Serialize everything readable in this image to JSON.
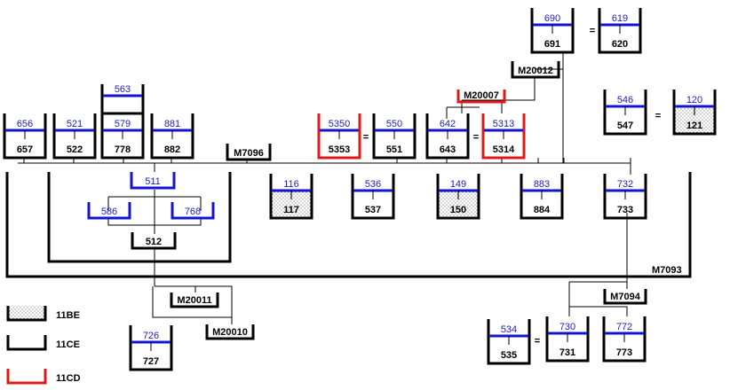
{
  "colors": {
    "black": "#000000",
    "red": "#e01818",
    "blue": "#1414d0",
    "blue_text": "#1c1cc0",
    "dots": "#333333"
  },
  "legend": [
    {
      "style": "11BE",
      "label": "11BE"
    },
    {
      "style": "11CE",
      "label": "11CE"
    },
    {
      "style": "11CD",
      "label": "11CD"
    }
  ],
  "tanks": [
    {
      "id": "t690",
      "top": "690",
      "bottom": "691",
      "style": "11CE"
    },
    {
      "id": "t619",
      "top": "619",
      "bottom": "620",
      "style": "11CE"
    },
    {
      "id": "t563",
      "top": "563",
      "bottom": "",
      "style": "11CE"
    },
    {
      "id": "t656",
      "top": "656",
      "bottom": "657",
      "style": "11CE"
    },
    {
      "id": "t521",
      "top": "521",
      "bottom": "522",
      "style": "11CE"
    },
    {
      "id": "t579",
      "top": "579",
      "bottom": "778",
      "style": "11CE"
    },
    {
      "id": "t881",
      "top": "881",
      "bottom": "882",
      "style": "11CE"
    },
    {
      "id": "t5350",
      "top": "5350",
      "bottom": "5353",
      "style": "11CD"
    },
    {
      "id": "t550",
      "top": "550",
      "bottom": "551",
      "style": "11CE"
    },
    {
      "id": "t642",
      "top": "642",
      "bottom": "643",
      "style": "11CE"
    },
    {
      "id": "t5313",
      "top": "5313",
      "bottom": "5314",
      "style": "11CD"
    },
    {
      "id": "t546",
      "top": "546",
      "bottom": "547",
      "style": "11CE"
    },
    {
      "id": "t120",
      "top": "120",
      "bottom": "121",
      "style": "11BE"
    },
    {
      "id": "t116",
      "top": "116",
      "bottom": "117",
      "style": "11BE"
    },
    {
      "id": "t536",
      "top": "536",
      "bottom": "537",
      "style": "11CE"
    },
    {
      "id": "t149",
      "top": "149",
      "bottom": "150",
      "style": "11BE"
    },
    {
      "id": "t883",
      "top": "883",
      "bottom": "884",
      "style": "11CE"
    },
    {
      "id": "t732",
      "top": "732",
      "bottom": "733",
      "style": "11CE"
    },
    {
      "id": "t726",
      "top": "726",
      "bottom": "727",
      "style": "11CE"
    },
    {
      "id": "t534",
      "top": "534",
      "bottom": "535",
      "style": "11CE"
    },
    {
      "id": "t730",
      "top": "730",
      "bottom": "731",
      "style": "11CE"
    },
    {
      "id": "t772",
      "top": "772",
      "bottom": "773",
      "style": "11CE"
    }
  ],
  "split_tanks": [
    {
      "id": "t511",
      "top": "511"
    },
    {
      "id": "t586",
      "top": "586"
    },
    {
      "id": "t768",
      "top": "768"
    }
  ],
  "small_boxes": [
    {
      "id": "b512",
      "label": "512"
    },
    {
      "id": "m20012",
      "label": "M20012"
    },
    {
      "id": "m20007",
      "label": "M20007"
    },
    {
      "id": "m7096",
      "label": "M7096"
    },
    {
      "id": "m20011",
      "label": "M20011"
    },
    {
      "id": "m20010",
      "label": "M20010"
    },
    {
      "id": "m7094",
      "label": "M7094"
    }
  ],
  "labels": [
    {
      "id": "m7093",
      "text": "M7093"
    }
  ],
  "equals": [
    {
      "id": "eq1",
      "text": "="
    },
    {
      "id": "eq2",
      "text": "="
    },
    {
      "id": "eq3",
      "text": "="
    },
    {
      "id": "eq4",
      "text": "="
    },
    {
      "id": "eq5",
      "text": "="
    }
  ]
}
